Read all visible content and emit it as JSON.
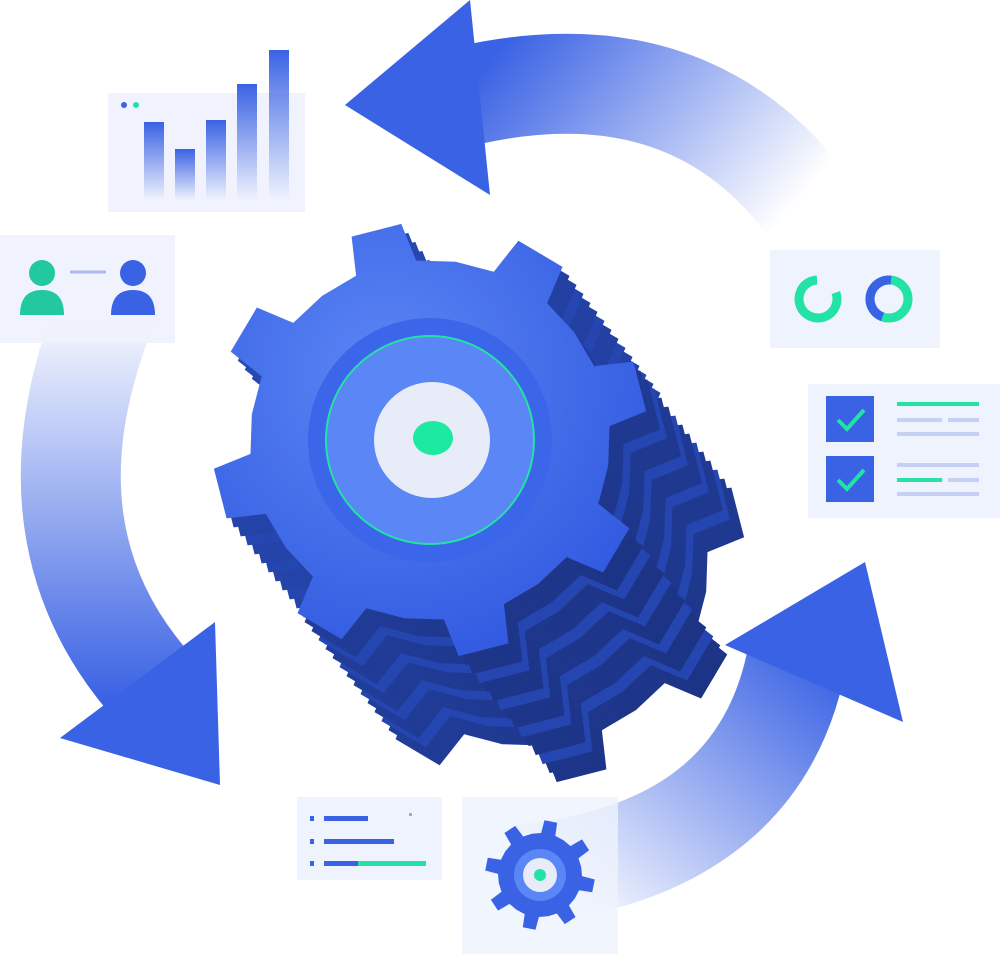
{
  "colors": {
    "primary_blue": "#3a62e4",
    "light_blue": "#c9d6fb",
    "dark_blue": "#1f3a8f",
    "accent_green": "#22e3a5",
    "panel_bg": "#eef2fd"
  },
  "icons": [
    "cycle-arrows",
    "gear",
    "bar-chart",
    "users",
    "donut-charts",
    "checklist",
    "list",
    "small-gear"
  ]
}
